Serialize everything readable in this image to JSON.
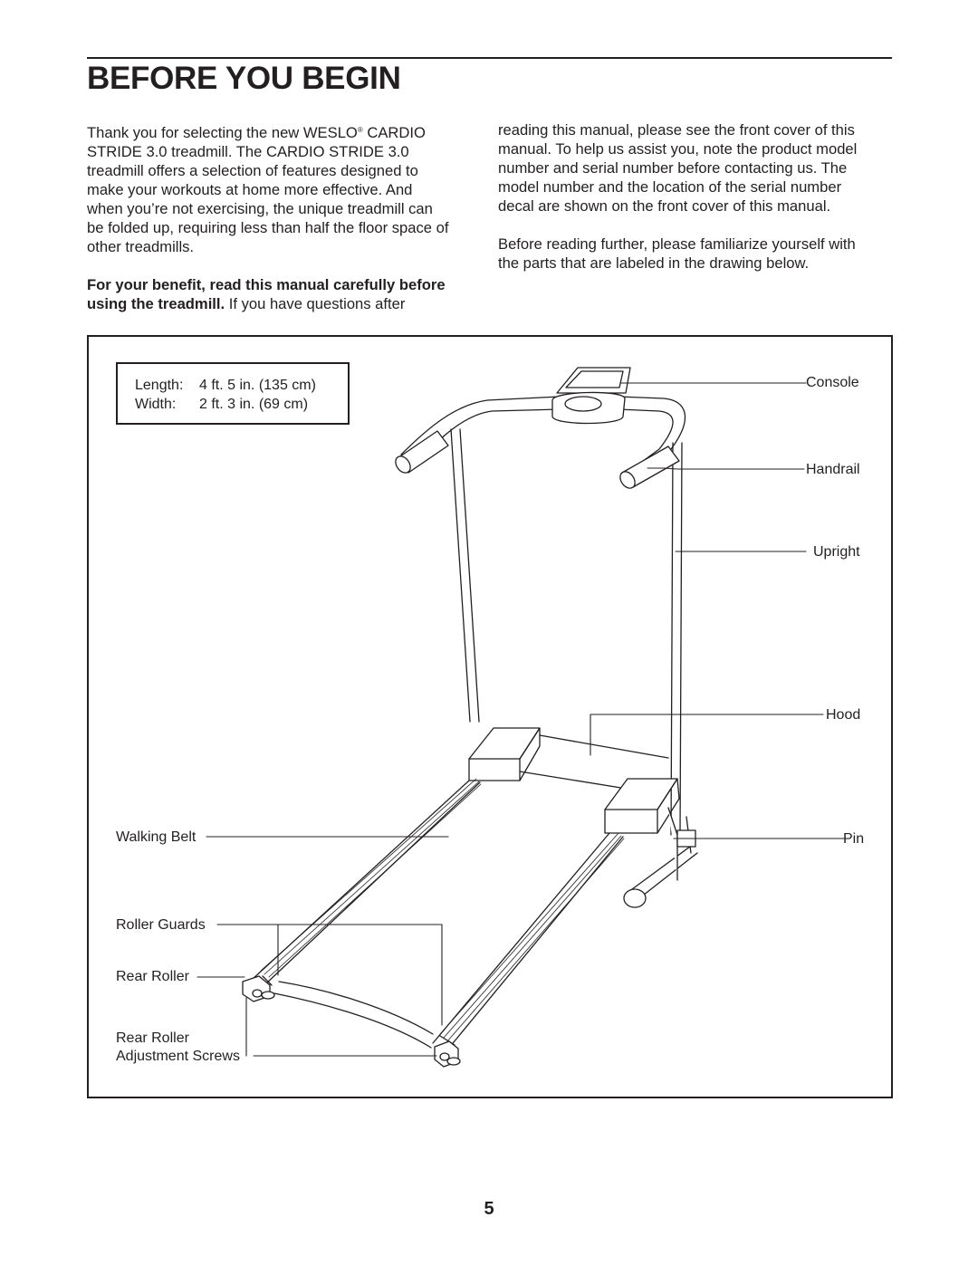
{
  "header": {
    "title": "BEFORE YOU BEGIN"
  },
  "left_column": {
    "intro_line1_a": "Thank you for selecting the new WESLO",
    "intro_reg": "®",
    "intro_line1_b": " CARDIO",
    "intro_rest": [
      "STRIDE 3.0 treadmill. The CARDIO STRIDE 3.0",
      "treadmill offers a selection of features designed to",
      "make your workouts at home more effective. And",
      "when you’re not exercising, the unique treadmill can",
      "be folded up, requiring less than half the floor space of",
      "other treadmills."
    ],
    "bold_line1": "For your benefit, read this manual carefully before",
    "bold_line2": "using the treadmill.",
    "tail_line2": " If you have questions after"
  },
  "right_column": {
    "para1": [
      "reading this manual, please see the front cover of this",
      "manual. To help us assist you, note the product model",
      "number and serial number before contacting us. The",
      "model number and the location of the serial number",
      "decal are shown on the front cover of this manual."
    ],
    "para2": [
      "Before reading further, please familiarize yourself with",
      "the parts that are labeled in the drawing below."
    ]
  },
  "figure": {
    "dimensions": {
      "length_key": "Length:",
      "length_value": "4 ft. 5 in. (135 cm)",
      "width_key": "Width:",
      "width_value": "2 ft. 3 in. (69 cm)"
    },
    "labels": {
      "console": "Console",
      "handrail": "Handrail",
      "upright": "Upright",
      "hood": "Hood",
      "pin": "Pin",
      "walking_belt": "Walking Belt",
      "roller_guards": "Roller Guards",
      "rear_roller": "Rear Roller",
      "rear_roller_adj_1": "Rear Roller",
      "rear_roller_adj_2": "Adjustment Screws"
    }
  },
  "footer": {
    "page_number": "5"
  }
}
